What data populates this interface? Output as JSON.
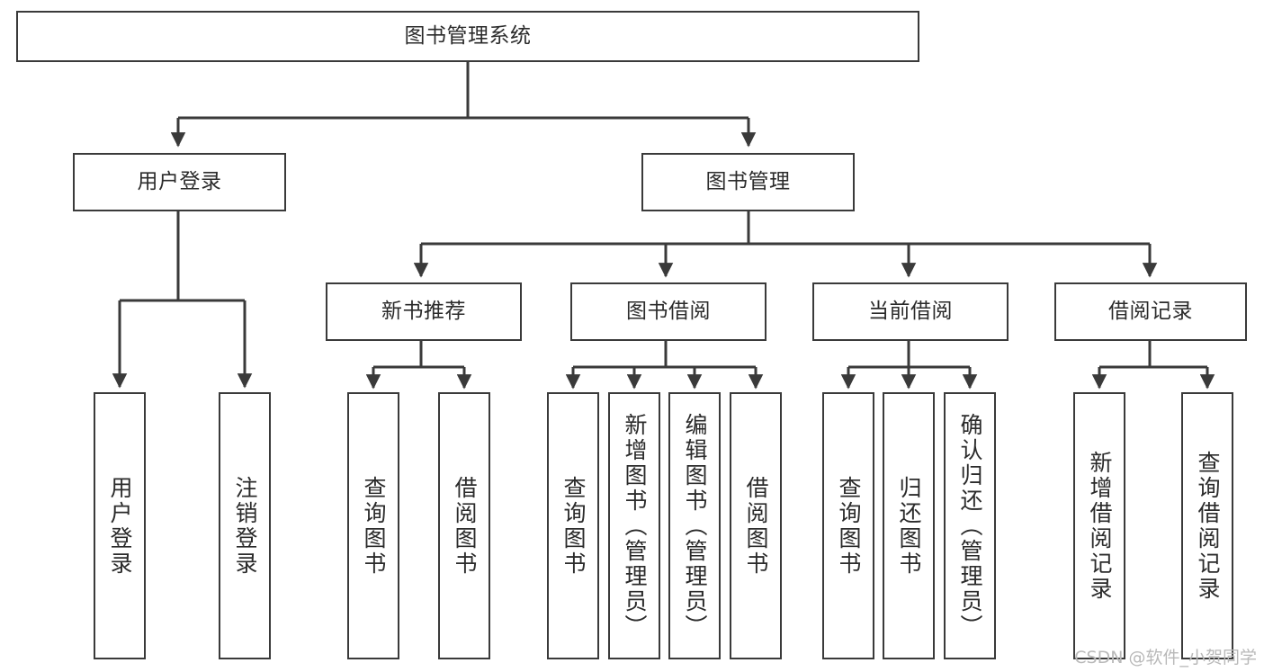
{
  "diagram": {
    "title": "图书管理系统",
    "type": "tree",
    "watermark": "CSDN @软件_小贺同学",
    "colors": {
      "box_border": "#3a3a3a",
      "box_fill": "#ffffff",
      "edge": "#3a3a3a",
      "text": "#2b2b2b",
      "watermark": "#b9b9b9"
    },
    "root": {
      "label": "图书管理系统"
    },
    "level2": [
      {
        "label": "用户登录"
      },
      {
        "label": "图书管理"
      }
    ],
    "level3": [
      {
        "label": "新书推荐"
      },
      {
        "label": "图书借阅"
      },
      {
        "label": "当前借阅"
      },
      {
        "label": "借阅记录"
      }
    ],
    "leaves": {
      "user_login": [
        {
          "label": "用户登录"
        },
        {
          "label": "注销登录"
        }
      ],
      "new_book_recommend": [
        {
          "label": "查询图书"
        },
        {
          "label": "借阅图书"
        }
      ],
      "book_borrow": [
        {
          "label": "查询图书"
        },
        {
          "label": "新增图书（管理员）"
        },
        {
          "label": "编辑图书（管理员）"
        },
        {
          "label": "借阅图书"
        }
      ],
      "current_borrow": [
        {
          "label": "查询图书"
        },
        {
          "label": "归还图书"
        },
        {
          "label": "确认归还（管理员）"
        }
      ],
      "borrow_record": [
        {
          "label": "新增借阅记录"
        },
        {
          "label": "查询借阅记录"
        }
      ]
    }
  }
}
